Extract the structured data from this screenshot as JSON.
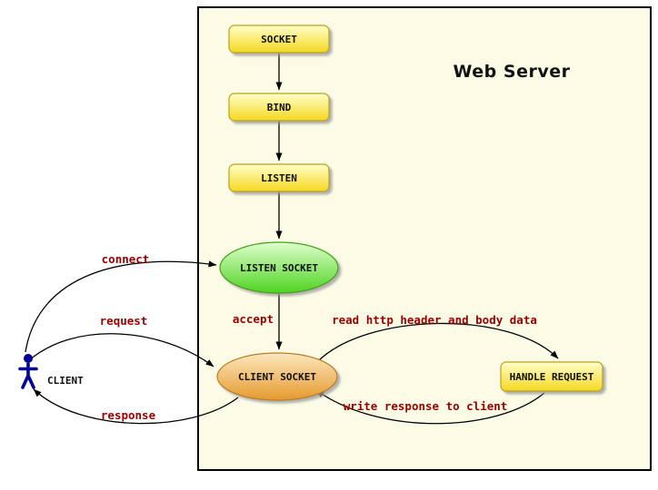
{
  "diagram": {
    "title": "Web Server",
    "client_label": "CLIENT",
    "nodes": {
      "socket": "SOCKET",
      "bind": "BIND",
      "listen": "LISTEN",
      "listen_socket": "LISTEN SOCKET",
      "client_socket": "CLIENT SOCKET",
      "handle_request": "HANDLE REQUEST"
    },
    "edge_labels": {
      "connect": "connect",
      "request": "request",
      "response": "response",
      "accept": "accept",
      "read_http": "read http header and body data",
      "write_response": "write response to client"
    },
    "colors": {
      "panel_bg": "#FCFCE6",
      "node_yellow_top": "#FFFEC9",
      "node_yellow_bottom": "#F5D822",
      "node_green_top": "#DFFFCE",
      "node_green_bottom": "#4ED321",
      "node_orange_top": "#FCE8C0",
      "node_orange_bottom": "#E6992E",
      "edge_label": "#990000",
      "client": "#000099",
      "arrow": "#000000"
    }
  }
}
